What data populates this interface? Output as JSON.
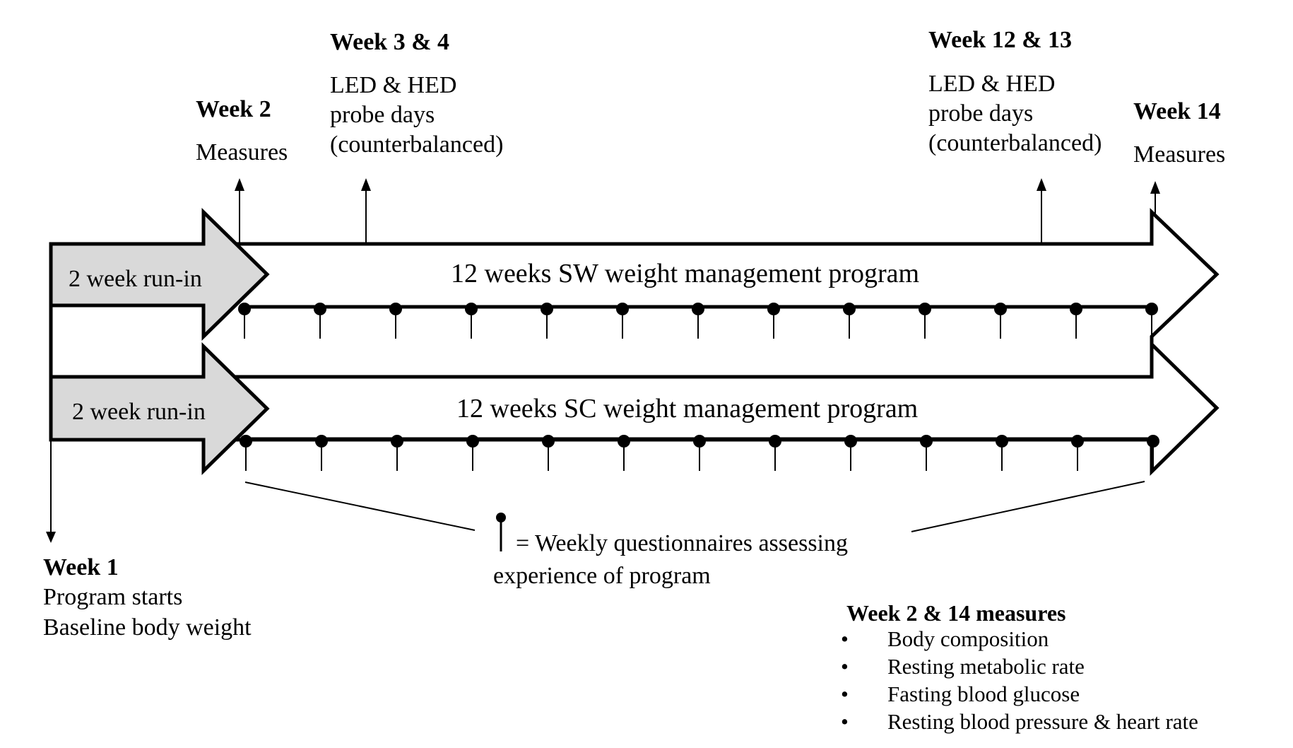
{
  "milestones": {
    "week1": {
      "title": "Week 1",
      "line1": "Program starts",
      "line2": "Baseline body weight"
    },
    "week2": {
      "title": "Week 2",
      "line1": "Measures"
    },
    "week3_4": {
      "title": "Week 3 & 4",
      "line1": "LED & HED",
      "line2": "probe days",
      "line3": "(counterbalanced)"
    },
    "week12_13": {
      "title": "Week 12 & 13",
      "line1": "LED & HED",
      "line2": "probe days",
      "line3": "(counterbalanced)"
    },
    "week14": {
      "title": "Week 14",
      "line1": "Measures"
    }
  },
  "programs": [
    {
      "runin": "2 week run-in",
      "label": "12 weeks SW weight management program"
    },
    {
      "runin": "2 week run-in",
      "label": "12 weeks SC weight management program"
    }
  ],
  "weekly_marker_count": 13,
  "legend": {
    "line1": "= Weekly questionnaires assessing",
    "line2": "experience of program"
  },
  "measures": {
    "title": "Week 2 & 14 measures",
    "items": [
      "Body composition",
      "Resting metabolic rate",
      "Fasting blood glucose",
      "Resting blood pressure & heart rate"
    ]
  }
}
